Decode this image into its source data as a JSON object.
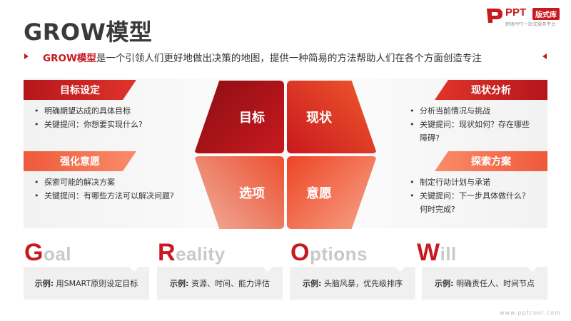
{
  "title": "GROW模型",
  "logo": {
    "brand": "PPT",
    "badge": "版式库",
    "tagline": "职场PPT一站式服务平台"
  },
  "intro": {
    "keyword": "GROW模型",
    "text": "是一个引领人们更好地做出决策的地图，提供一种简易的方法帮助人们在各个方面创造专注"
  },
  "sections": {
    "goal": {
      "title": "目标设定",
      "items": [
        "明确期望达成的具体目标",
        "关键提问：你想要实现什么?"
      ]
    },
    "options": {
      "title": "强化意愿",
      "items": [
        "探索可能的解决方案",
        "关键提问：有哪些方法可以解决问题?"
      ]
    },
    "reality": {
      "title": "现状分析",
      "items": [
        "分析当前情况与挑战",
        "关键提问：现状如何？存在哪些",
        "障碍?"
      ]
    },
    "will": {
      "title": "探索方案",
      "items": [
        "制定行动计划与承诺",
        "关键提问：下一步具体做什么？",
        "何时完成?"
      ]
    }
  },
  "quadrants": {
    "tl": "目标",
    "tr": "现状",
    "bl": "选项",
    "br": "意愿"
  },
  "words": [
    {
      "first": "G",
      "rest": "oal"
    },
    {
      "first": "R",
      "rest": "eality"
    },
    {
      "first": "O",
      "rest": "ptions"
    },
    {
      "first": "W",
      "rest": "ill"
    }
  ],
  "examples": [
    {
      "label": "示例:",
      "text": "用SMART原则设定目标"
    },
    {
      "label": "示例:",
      "text": "资源、时间、能力评估"
    },
    {
      "label": "示例:",
      "text": "头脑风暴，优先级排序"
    },
    {
      "label": "示例:",
      "text": "明确责任人、时间节点"
    }
  ],
  "footer": "www.pptcool.com",
  "colors": {
    "accent": "#c8191f",
    "light_accent": "#ee5a3a",
    "muted_word": "#c9c9c9"
  }
}
